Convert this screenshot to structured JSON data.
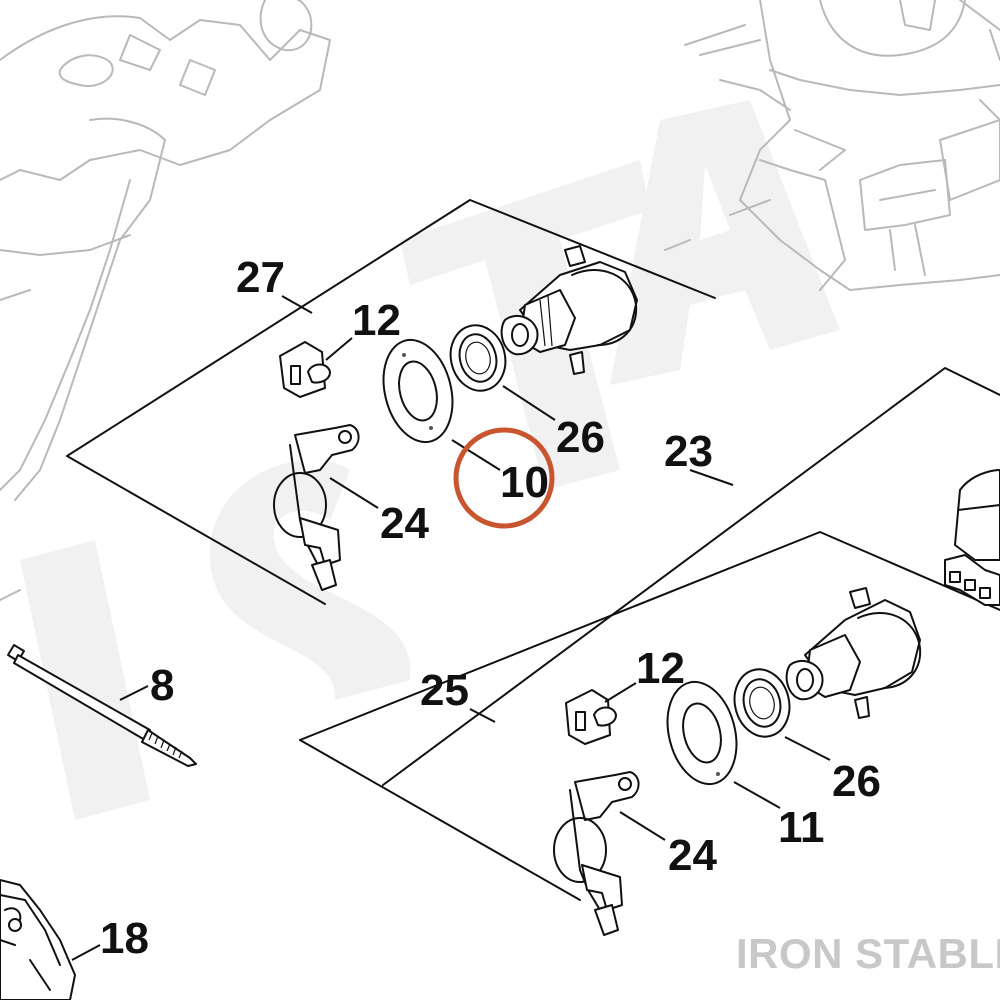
{
  "brand": {
    "text": "IRON STABLE",
    "color": "#c8c8c8"
  },
  "highlight": {
    "callout": "10",
    "color": "#c8552f"
  },
  "callouts": {
    "c27": "27",
    "c12a": "12",
    "c26a": "26",
    "c10": "10",
    "c24a": "24",
    "c23": "23",
    "c8": "8",
    "c25": "25",
    "c12b": "12",
    "c26b": "26",
    "c11": "11",
    "c24b": "24",
    "c18": "18"
  },
  "icons": [
    "connector-icon",
    "seal-ring-icon",
    "flat-washer-icon",
    "clip-icon",
    "retaining-pin-icon",
    "bolt-icon"
  ]
}
